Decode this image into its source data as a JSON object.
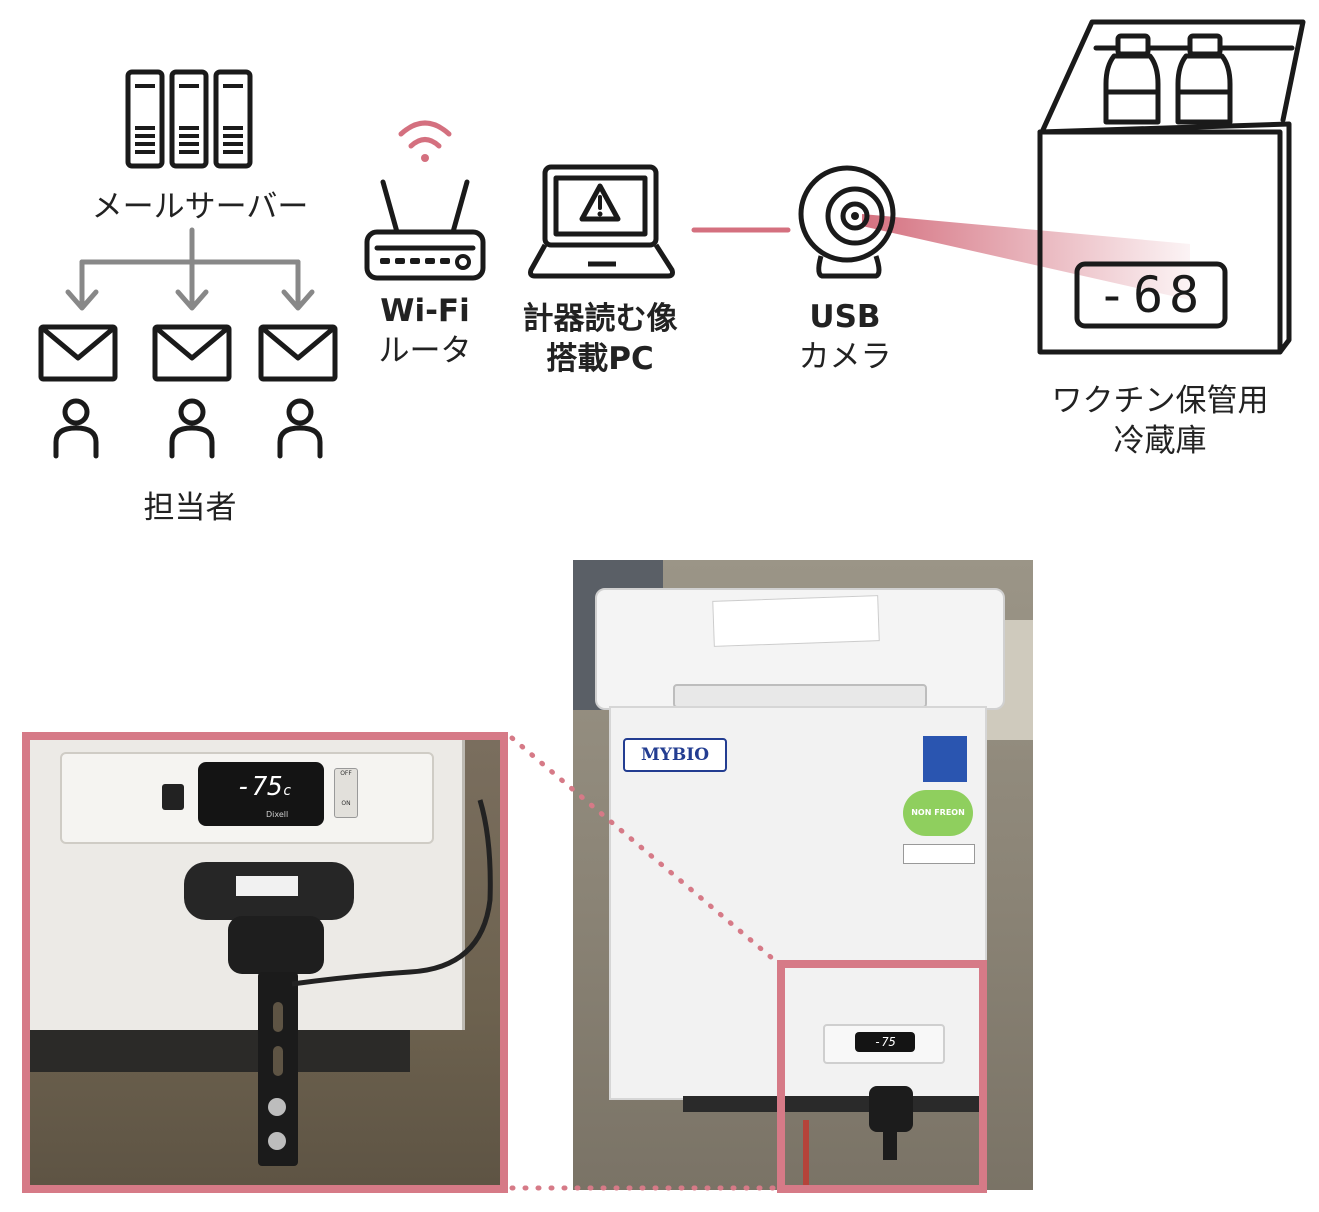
{
  "diagram": {
    "mail_server": {
      "label": "メールサーバー",
      "icon": "server-rack-icon"
    },
    "recipients": {
      "label": "担当者",
      "icons": [
        "mail-icon",
        "person-icon"
      ],
      "count": 3
    },
    "router": {
      "label_line1": "Wi-Fi",
      "label_line2": "ルータ",
      "icon": "wifi-router-icon"
    },
    "pc": {
      "label_line1": "計器読む像",
      "label_line2": "搭載PC",
      "icon": "laptop-warning-icon"
    },
    "camera": {
      "label_line1": "USB",
      "label_line2": "カメラ",
      "icon": "webcam-icon"
    },
    "fridge": {
      "label_line1": "ワクチン保管用",
      "label_line2": "冷蔵庫",
      "display_value": "-68",
      "icon": "vaccine-fridge-icon"
    }
  },
  "photos": {
    "closeup": {
      "display_value": "-75",
      "display_unit": "c",
      "brand": "Dixell",
      "switch_on": "ON",
      "switch_off": "OFF"
    },
    "freezer": {
      "brand": "MYBIO",
      "badge": "NON FREON",
      "display_value": "-75"
    }
  },
  "colors": {
    "accent": "#d4707f",
    "frame": "#d67a87",
    "connector": "#888888",
    "icon_stroke": "#1a1a1a"
  }
}
